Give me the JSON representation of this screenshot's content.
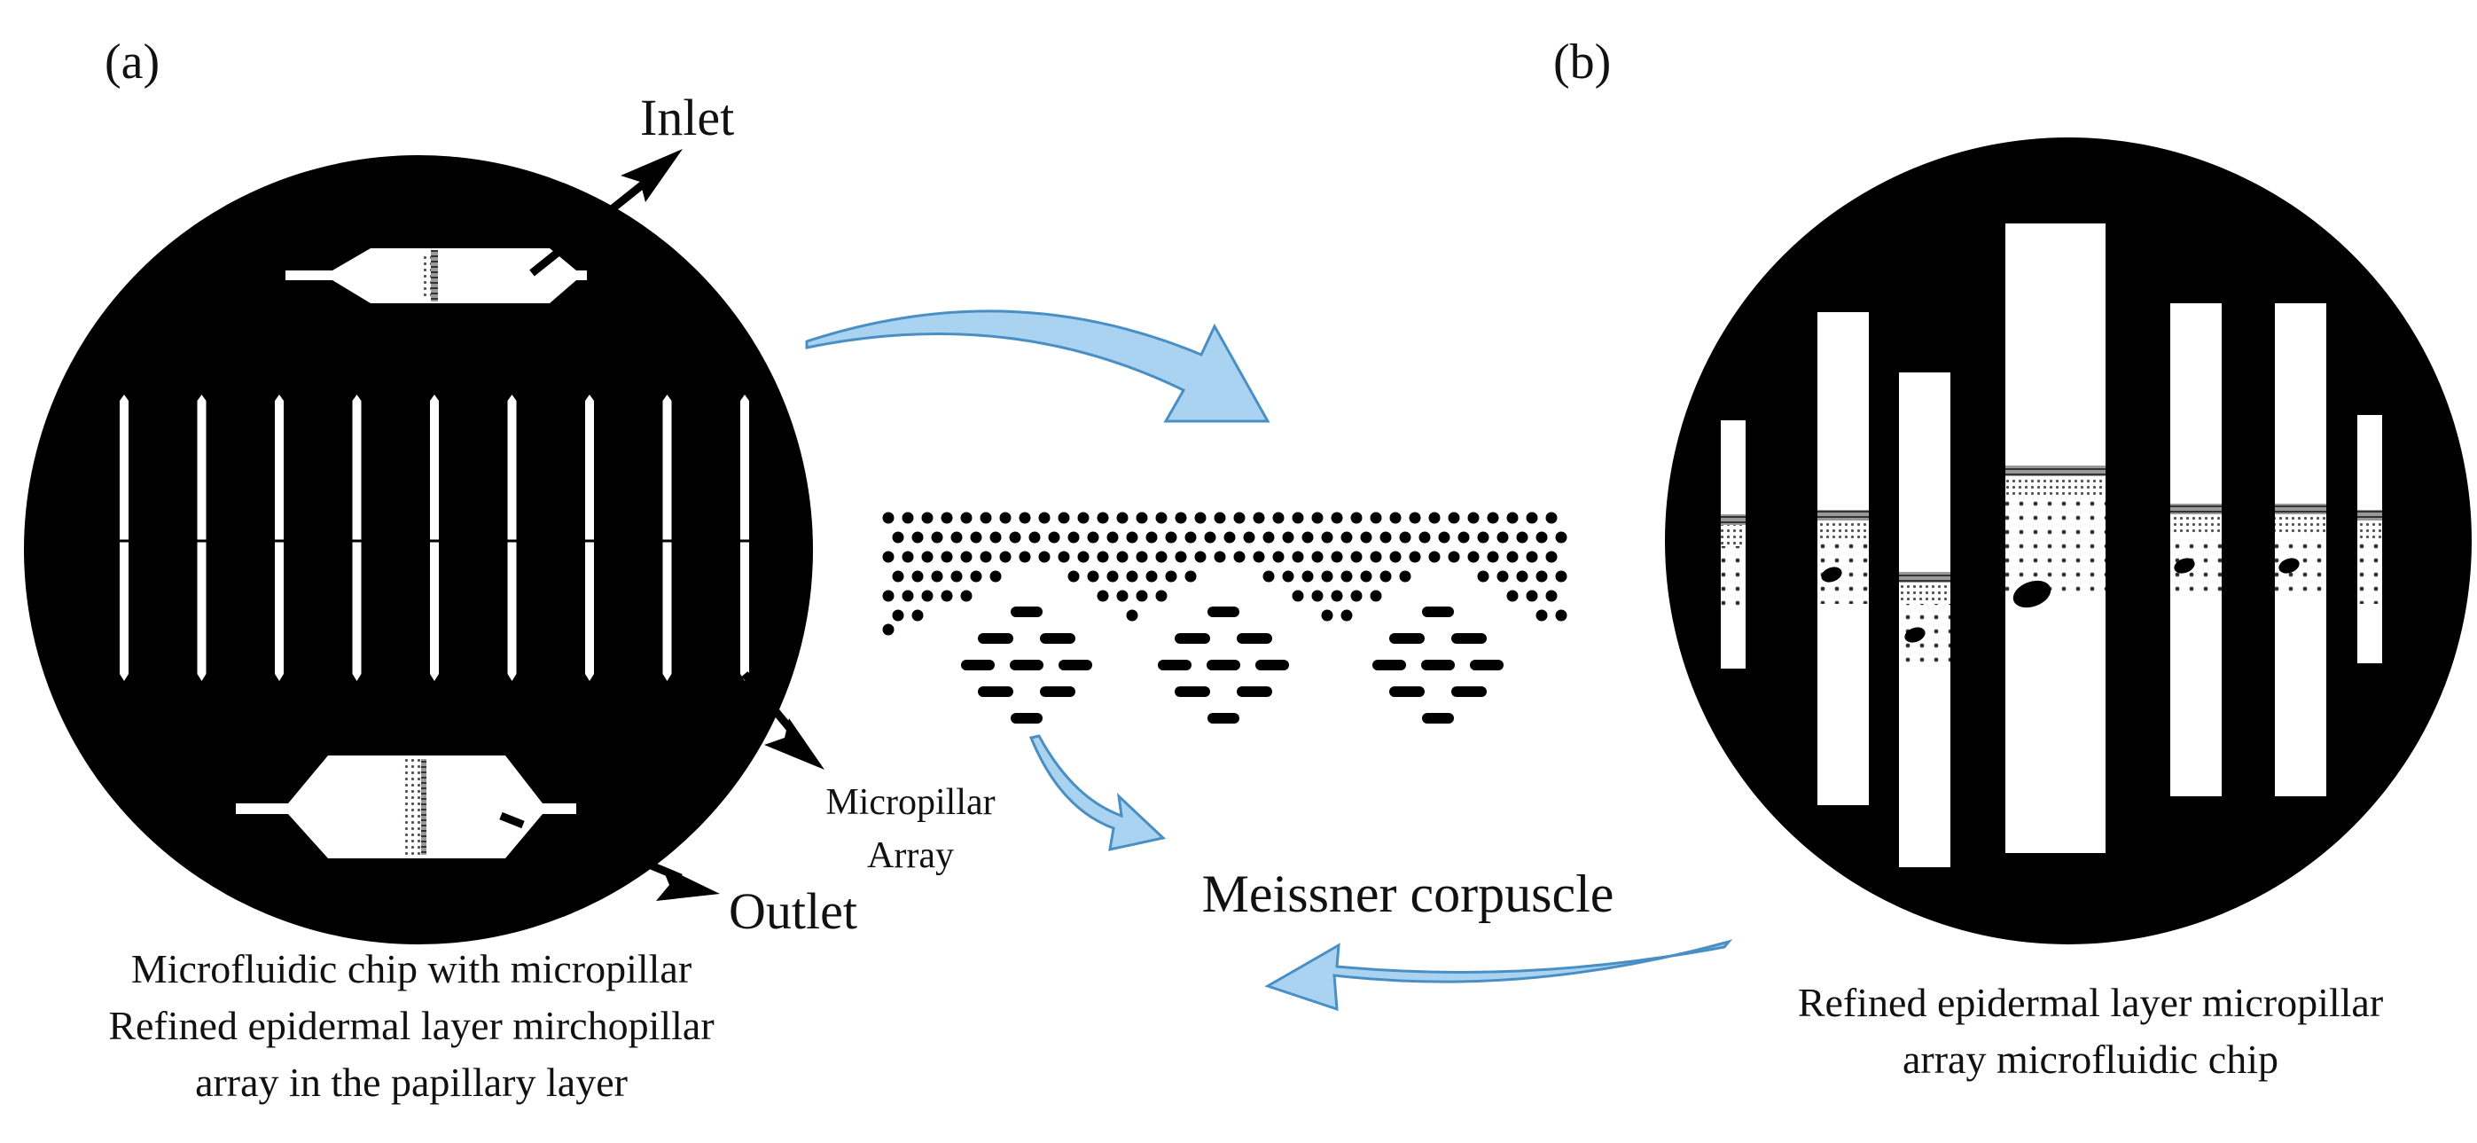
{
  "panel_a": {
    "label": "(a)",
    "inlet_label": "Inlet",
    "outlet_label": "Outlet",
    "caption": [
      "Microfluidic chip with micropillar",
      "Refined epidermal layer mirchopillar",
      "array in the papillary layer"
    ]
  },
  "panel_b": {
    "label": "(b)",
    "caption": [
      "Refined epidermal layer micropillar",
      "array microfluidic chip"
    ]
  },
  "center": {
    "micropillar_label": [
      "Micropillar",
      "Array"
    ],
    "meissner_label": "Meissner corpuscle"
  },
  "colors": {
    "disc": "#000000",
    "channel": "#ffffff",
    "arrow_fill": "#a9d3f1",
    "arrow_stroke": "#4a8fc4",
    "text": "#111111"
  }
}
